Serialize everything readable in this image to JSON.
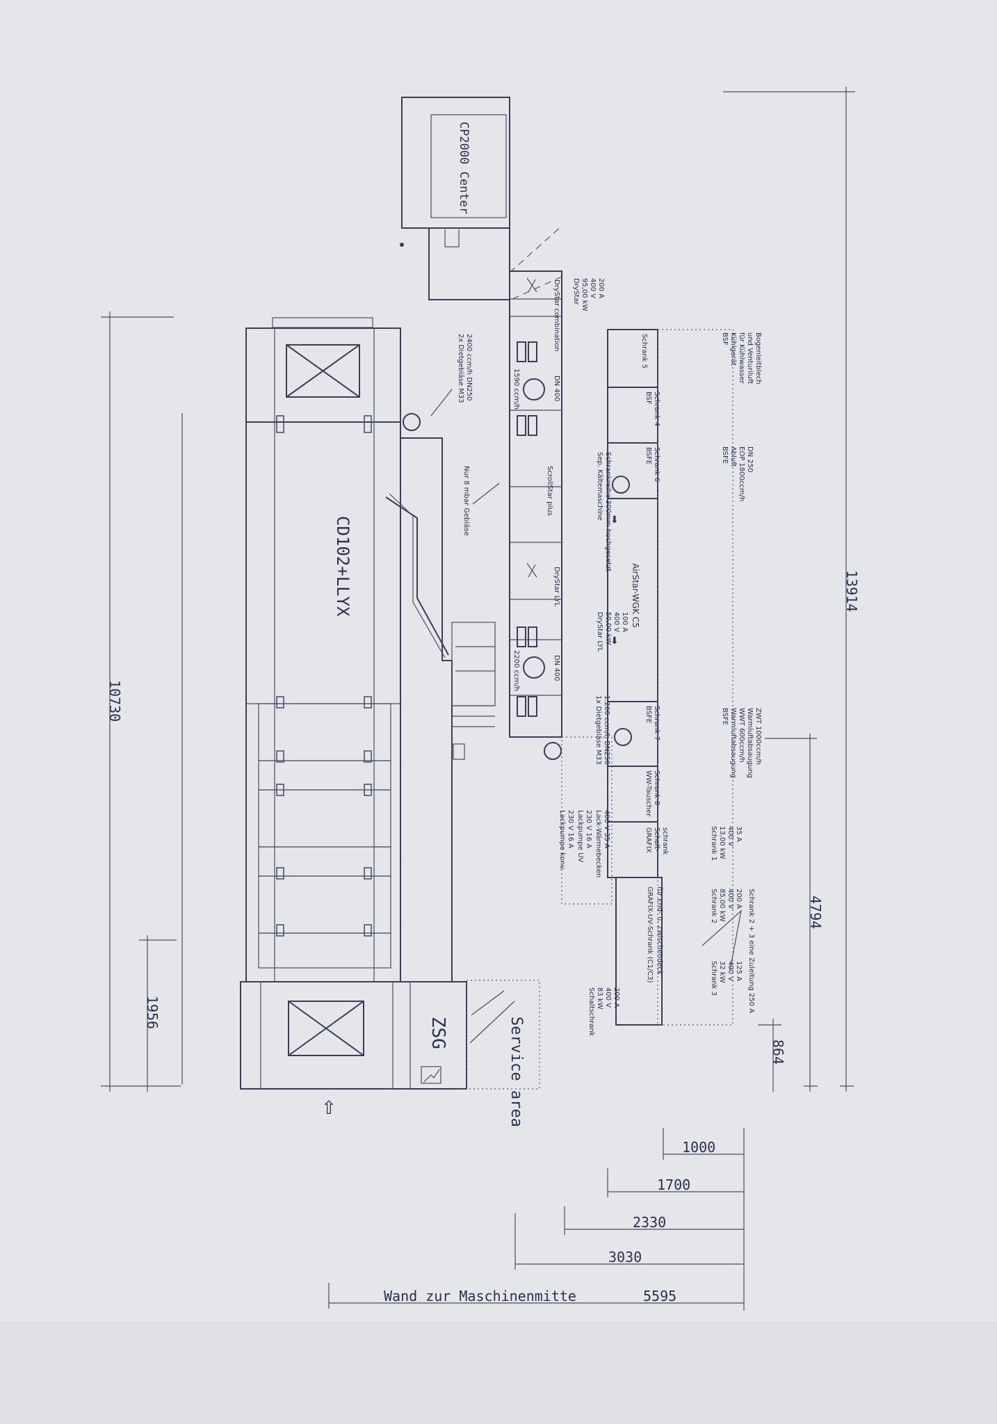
{
  "machine": {
    "press": "CD102+LLYX",
    "control_center": "CP2000 Center",
    "zsg": "ZSG",
    "service_area": "Service area"
  },
  "top_row": {
    "drystar_comb_specs": [
      "DryStar",
      "95,00 kW",
      "400 V",
      "200 A"
    ],
    "drystar_comb_label": "DryStar combination",
    "dn400_a": "DN 400",
    "flow_1590": "1590 ccm/h",
    "scrollstar": "ScrollStar plus",
    "drystar_lyl_label": "DryStar LYL",
    "drystar_lyl_specs": [
      "DryStar LYL",
      "50,00 kW",
      "400 V",
      "100 A"
    ],
    "dn400_b": "DN 400",
    "flow_2200": "2200 ccm/h"
  },
  "blowers": {
    "b1": [
      "2x Dietgebläse M33",
      "2400 ccm/h DN250"
    ],
    "b2": [
      "1x Dietgebläse M33",
      "1.200 ccm/h DN250"
    ],
    "nur": "Nur 8 mbar Gebläse",
    "schrank_rows": [
      "Sep. Kältemaschine",
      "Schrankreihe 300mm hochgesetzt"
    ]
  },
  "cabinets": {
    "s5": "Schrank 5",
    "s4": [
      "BSF",
      "Schrank 4"
    ],
    "s6": [
      "BSFE",
      "Schrank 6"
    ],
    "airstar": "AirStar-WGK C5",
    "bsfe7": [
      "BSFE",
      "Schrank 7"
    ],
    "s8": [
      "WW-Tauscher",
      "Schrank 8"
    ],
    "grafix": [
      "GRAFIX",
      "Schalt-",
      "schrank"
    ],
    "grafix_uv": [
      "GRAFIX-UV-Schrank  (C1/C3)",
      "für End- u. Zwischendeck"
    ]
  },
  "notes": {
    "bsf": [
      "BSF",
      "Kühlgerät",
      "für Kühlwasser",
      "und Venturiluft",
      "Bogenleitblech"
    ],
    "bsfe": [
      "BSFE",
      "Abluft",
      "EOP 1800ccm/h",
      "DN 250"
    ],
    "bsfe2": [
      "BSFE",
      "Warmluftabsaugung",
      "WWT 600ccm/h",
      "Warmluftabsaugung",
      "ZWT 1000ccm/h"
    ],
    "schrank1": [
      "Schrank 1",
      "13,00 kW",
      "400 V",
      "35 A"
    ],
    "schrank2": [
      "Schrank 2",
      "85,00 kW",
      "400 V",
      "200 A"
    ],
    "schrank3": [
      "Schrank 3",
      "32 kW",
      "400 V",
      "125 A"
    ],
    "zuleitung": "Schrank 2 + 3 eine Zuleitung 250 A",
    "schaltschrank": [
      "Schaltschrank",
      "83 kW",
      "400 V",
      "200 A"
    ],
    "lack": [
      "Lackpumpe konv.",
      "230 V    16 A",
      "Lackpumpe UV",
      "230 V    16 A",
      "Lack-Wärmebecken",
      "400 V    35 A"
    ]
  },
  "dimensions": {
    "d13914": "13914",
    "d4794": "4794",
    "d864": "864",
    "d10730": "10730",
    "d1956": "1956",
    "d1000": "1000",
    "d1700": "1700",
    "d2330": "2330",
    "d3030": "3030",
    "wand_label": "Wand  zur  Maschinenmitte",
    "d5595": "5595"
  },
  "colors": {
    "paper": "#e4e6ea",
    "ink": "#3a3d55"
  }
}
